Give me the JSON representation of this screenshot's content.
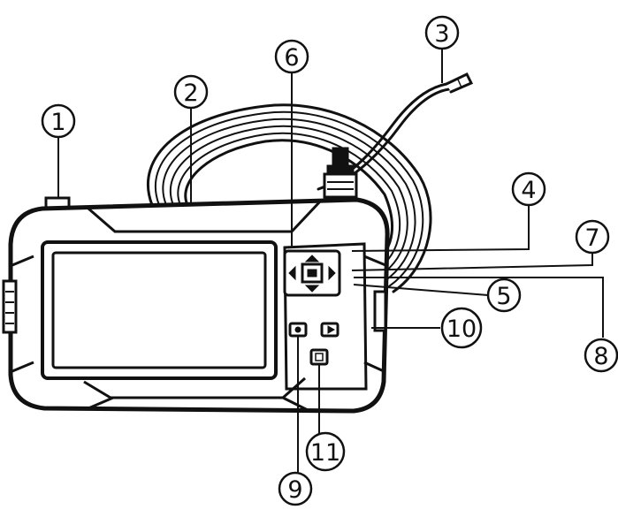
{
  "diagram": {
    "callouts": [
      {
        "id": "1",
        "label": "1"
      },
      {
        "id": "2",
        "label": "2"
      },
      {
        "id": "3",
        "label": "3"
      },
      {
        "id": "4",
        "label": "4"
      },
      {
        "id": "5",
        "label": "5"
      },
      {
        "id": "6",
        "label": "6"
      },
      {
        "id": "7",
        "label": "7"
      },
      {
        "id": "8",
        "label": "8"
      },
      {
        "id": "9",
        "label": "9"
      },
      {
        "id": "10",
        "label": "10"
      },
      {
        "id": "11",
        "label": "11"
      }
    ],
    "colors": {
      "ink": "#111111",
      "paper": "#ffffff"
    }
  }
}
